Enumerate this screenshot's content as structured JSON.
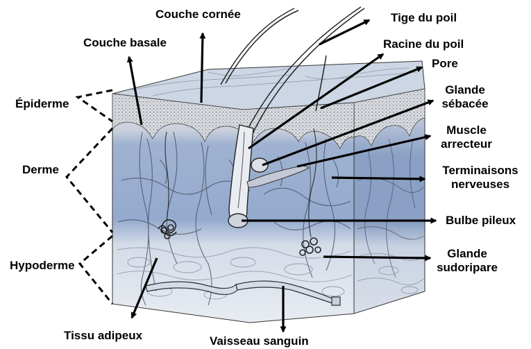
{
  "labels": {
    "couche_cornee": "Couche cornée",
    "couche_basale": "Couche basale",
    "tige_du_poil": "Tige du poil",
    "racine_du_poil": "Racine du poil",
    "pore": "Pore",
    "glande_sebacee_1": "Glande",
    "glande_sebacee_2": "sébacée",
    "muscle_arrecteur_1": "Muscle",
    "muscle_arrecteur_2": "arrecteur",
    "terminaisons_1": "Terminaisons",
    "terminaisons_2": "nerveuses",
    "bulbe_pileux": "Bulbe pileux",
    "glande_sudoripare_1": "Glande",
    "glande_sudoripare_2": "sudoripare",
    "epiderme": "Épiderme",
    "derme": "Derme",
    "hypoderme": "Hypoderme",
    "tissu_adipeux": "Tissu adipeux",
    "vaisseau_sanguin": "Vaisseau sanguin"
  },
  "colors": {
    "dermis_front": "#8fa6c9",
    "dermis_light": "#b9c8de",
    "epidermis": "#d9dde3",
    "hypodermis": "#e4e8ee",
    "top_surface": "#cfd8e6",
    "side": "#7e94b8",
    "line": "#000000"
  }
}
